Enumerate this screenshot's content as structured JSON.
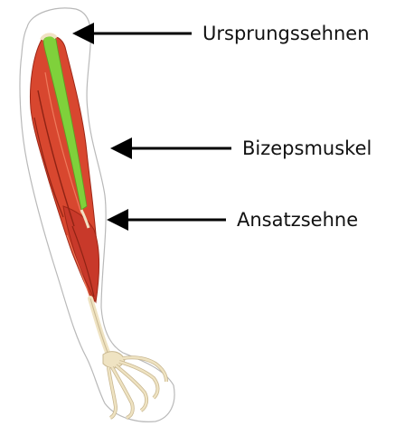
{
  "labels": {
    "origin_tendons": "Ursprungssehnen",
    "biceps_muscle": "Bizepsmuskel",
    "insertion_tendon": "Ansatzsehne"
  },
  "colors": {
    "muscle": "#d8472f",
    "muscle_dark": "#b02a1a",
    "muscle_light": "#ee7a5c",
    "highlight": "#7fd13b",
    "tendon": "#f1e2c4",
    "bone": "#efe3c2",
    "outline": "#b9b9b9",
    "arrow": "#000000"
  }
}
